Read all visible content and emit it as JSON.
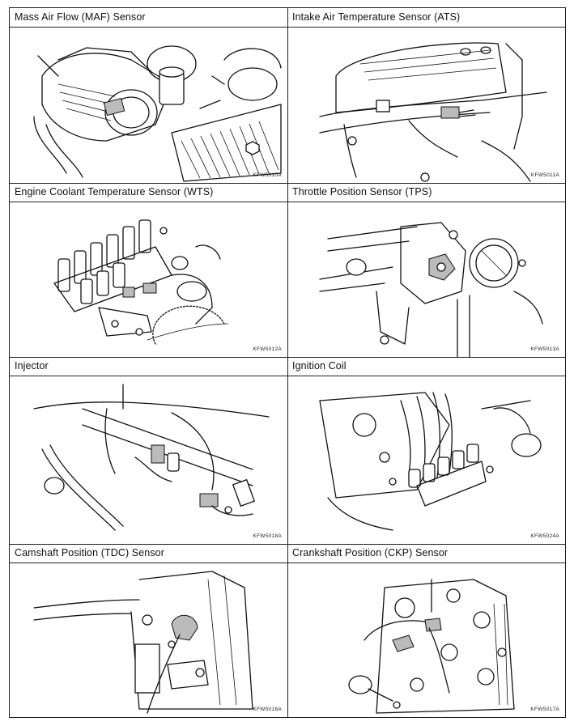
{
  "panels": [
    {
      "title": "Mass Air Flow (MAF) Sensor",
      "code": "KFW5010A"
    },
    {
      "title": "Intake Air Temperature Sensor (ATS)",
      "code": "KFW5011A"
    },
    {
      "title": "Engine Coolant Temperature Sensor (WTS)",
      "code": "KFW5012A"
    },
    {
      "title": "Throttle Position Sensor (TPS)",
      "code": "KFW5013A"
    },
    {
      "title": "Injector",
      "code": "KFW5018A"
    },
    {
      "title": "Ignition Coil",
      "code": "KFW5024A"
    },
    {
      "title": "Camshaft Position (TDC) Sensor",
      "code": "KFW5016A"
    },
    {
      "title": "Crankshaft Position (CKP) Sensor",
      "code": "KFW5017A"
    }
  ]
}
